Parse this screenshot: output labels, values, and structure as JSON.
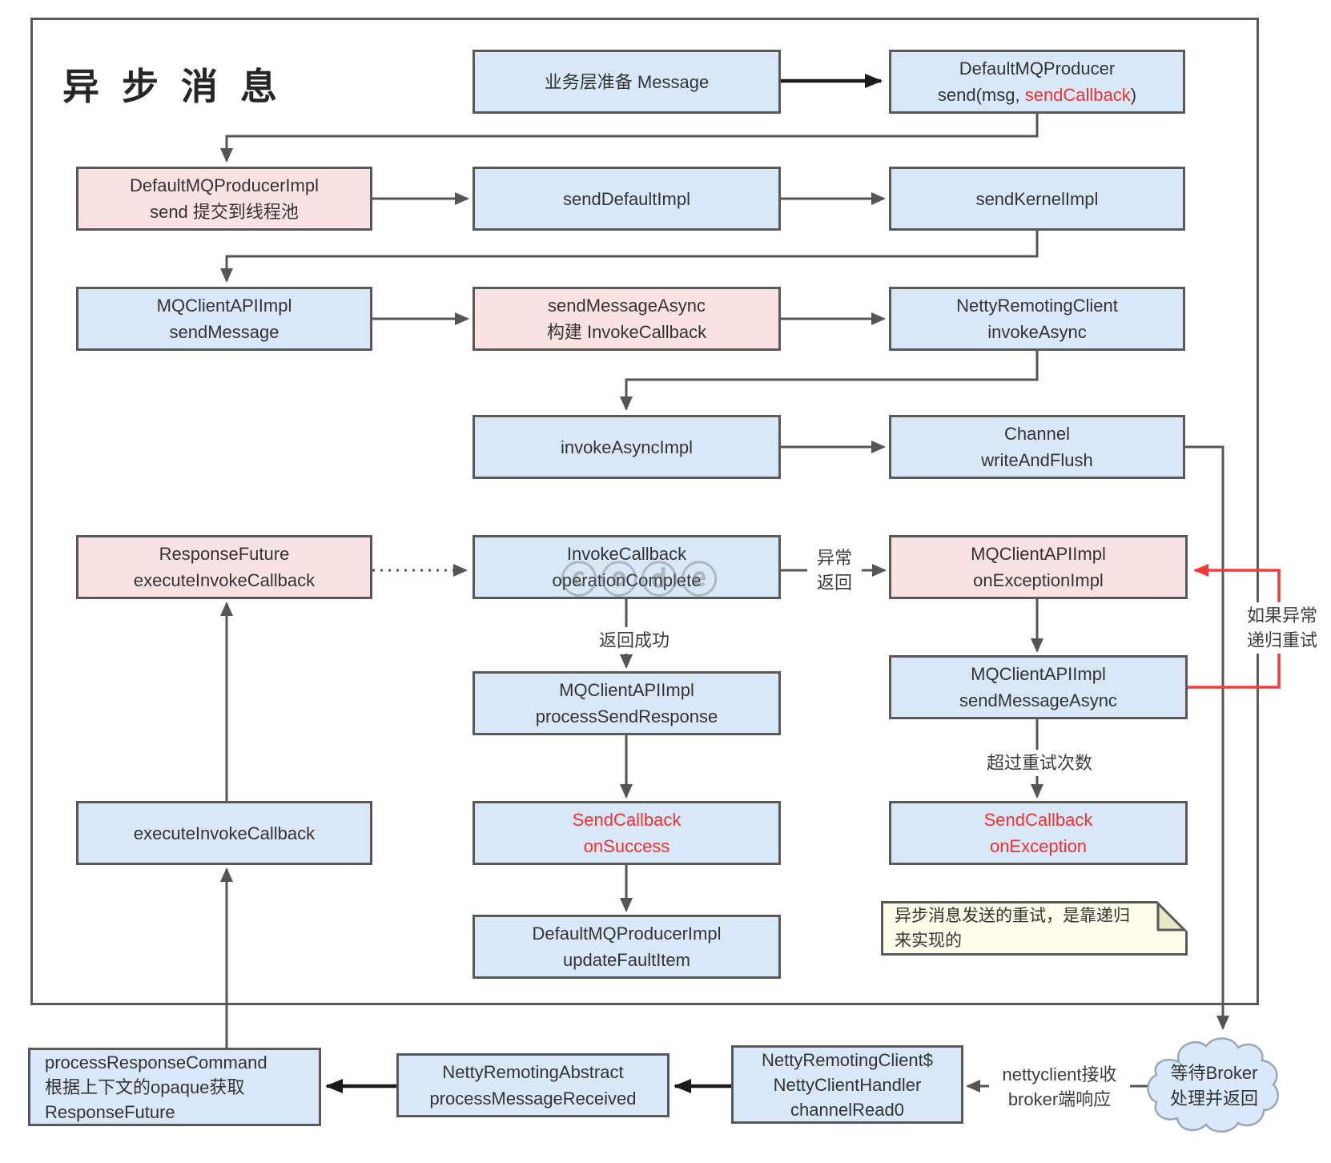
{
  "title": "异步消息",
  "watermark": "ⓒⓞⓓⓔ",
  "colors": {
    "blue_fill": "#d9e8f8",
    "pink_fill": "#fbe2e2",
    "note_fill": "#fcfce8",
    "note_fold": "#e8e8c8",
    "box_border": "#595959",
    "arrow_gray": "#555555",
    "arrow_black": "#1a1a1a",
    "arrow_red": "#f23c3c",
    "red_text": "#f5302c",
    "cloud_fill": "#d9e9fb",
    "cloud_stroke": "#9aa7b4"
  },
  "nodes": {
    "prepare": {
      "lines": [
        "业务层准备 Message"
      ]
    },
    "producer_send": {
      "l1": "DefaultMQProducer",
      "l2_pre": "send(msg, ",
      "l2_red": "sendCallback",
      "l2_suf": ")"
    },
    "producer_impl_send": {
      "lines": [
        "DefaultMQProducerImpl",
        "send 提交到线程池"
      ]
    },
    "send_default_impl": {
      "lines": [
        "sendDefaultImpl"
      ]
    },
    "send_kernel_impl": {
      "lines": [
        "sendKernelImpl"
      ]
    },
    "mqclient_send_message": {
      "lines": [
        "MQClientAPIImpl",
        "sendMessage"
      ]
    },
    "send_message_async_build": {
      "lines": [
        "sendMessageAsync",
        "构建 InvokeCallback"
      ]
    },
    "netty_invoke_async": {
      "lines": [
        "NettyRemotingClient",
        "invokeAsync"
      ]
    },
    "invoke_async_impl": {
      "lines": [
        "invokeAsyncImpl"
      ]
    },
    "channel_write_and_flush": {
      "lines": [
        "Channel",
        "writeAndFlush"
      ]
    },
    "response_future_execute": {
      "lines": [
        "ResponseFuture",
        "executeInvokeCallback"
      ]
    },
    "invoke_callback_complete": {
      "lines": [
        "InvokeCallback",
        "operationComplete"
      ]
    },
    "on_exception_impl": {
      "lines": [
        "MQClientAPIImpl",
        "onExceptionImpl"
      ]
    },
    "process_send_response": {
      "lines": [
        "MQClientAPIImpl",
        "processSendResponse"
      ]
    },
    "send_message_async": {
      "lines": [
        "MQClientAPIImpl",
        "sendMessageAsync"
      ]
    },
    "send_callback_on_success": {
      "lines": [
        "SendCallback",
        "onSuccess"
      ]
    },
    "send_callback_on_exception": {
      "lines": [
        "SendCallback",
        "onException"
      ]
    },
    "execute_invoke_callback": {
      "lines": [
        "executeInvokeCallback"
      ]
    },
    "update_fault_item": {
      "lines": [
        "DefaultMQProducerImpl",
        "updateFaultItem"
      ]
    },
    "note": {
      "lines": [
        "异步消息发送的重试，是靠递归",
        "来实现的"
      ]
    },
    "process_response_command": {
      "lines": [
        "processResponseCommand",
        "根据上下文的opaque获取",
        "ResponseFuture"
      ]
    },
    "process_message_received": {
      "lines": [
        "NettyRemotingAbstract",
        "processMessageReceived"
      ]
    },
    "channel_read0": {
      "lines": [
        "NettyRemotingClient$",
        "NettyClientHandler",
        "channelRead0"
      ]
    },
    "wait_broker": {
      "lines": [
        "等待Broker",
        "处理并返回"
      ]
    }
  },
  "labels": {
    "exception_return": {
      "lines": [
        "异常",
        "返回"
      ]
    },
    "return_success": {
      "text": "返回成功"
    },
    "exceed_retry": {
      "text": "超过重试次数"
    },
    "retry_if_exception": {
      "lines": [
        "如果异常",
        "递归重试"
      ]
    },
    "netty_receive": {
      "lines": [
        "nettyclient接收",
        "broker端响应"
      ]
    }
  }
}
